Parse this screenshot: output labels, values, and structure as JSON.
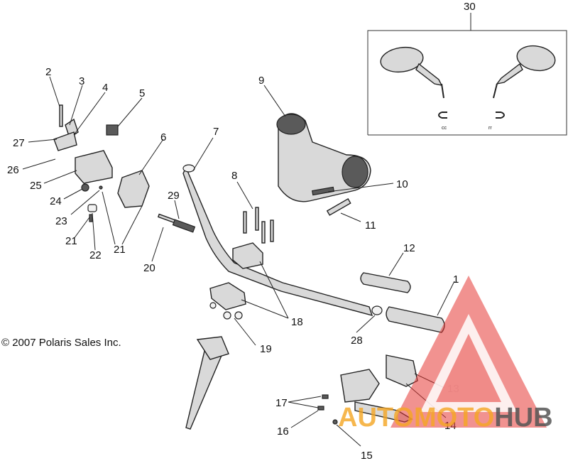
{
  "copyright": "© 2007 Polaris Sales Inc.",
  "callouts": [
    "30",
    "2",
    "3",
    "4",
    "5",
    "27",
    "26",
    "25",
    "24",
    "23",
    "21",
    "22",
    "21",
    "6",
    "29",
    "20",
    "7",
    "9",
    "8",
    "10",
    "11",
    "12",
    "1",
    "18",
    "19",
    "28",
    "17",
    "16",
    "15",
    "13",
    "14"
  ],
  "inset_marks": [
    "cc",
    "rr"
  ],
  "watermark": {
    "brand_part1": "AUTOMOTO",
    "brand_part2": "HUB",
    "accent_color": "#e53935",
    "second_color": "#f5a623",
    "dark_color": "#555555"
  }
}
